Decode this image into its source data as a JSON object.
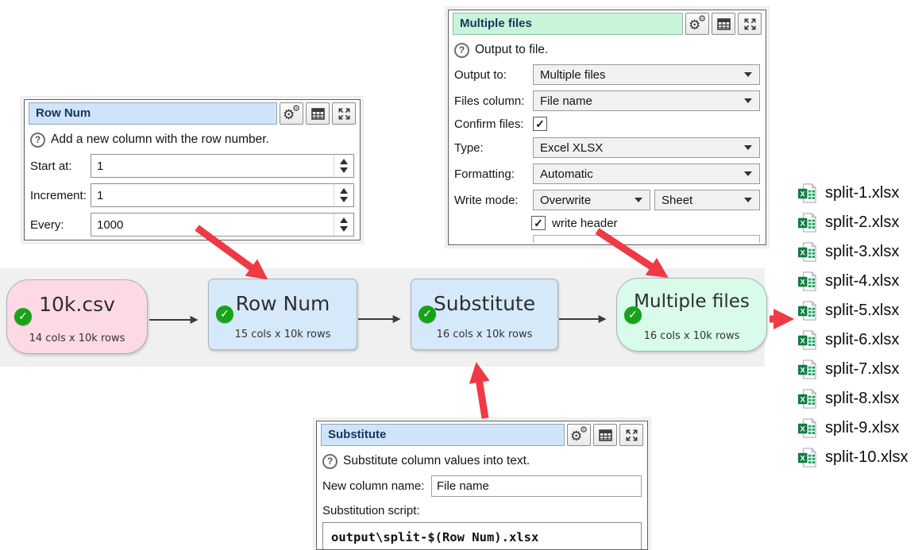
{
  "icons": {
    "check": "✓",
    "question": "?",
    "gear": "⚙"
  },
  "colors": {
    "accent_red": "#ee3a44",
    "connector_dark": "#3c3c3c",
    "node_pink": "#fcd9e4",
    "node_blue": "#d6e9fb",
    "node_green": "#d9fbe9",
    "title_bar_blue": "#cfe4f8",
    "title_bar_green": "#c8f5da",
    "status_green": "#17a317",
    "excel_green": "#107c41"
  },
  "panels": {
    "row_num": {
      "title": "Row Num",
      "help": "Add a new column with the row number.",
      "start_at": {
        "label": "Start at:",
        "value": "1"
      },
      "increment": {
        "label": "Increment:",
        "value": "1"
      },
      "every": {
        "label": "Every:",
        "value": "1000"
      }
    },
    "multiple_files": {
      "title": "Multiple files",
      "help": "Output to file.",
      "output_to": {
        "label": "Output to:",
        "value": "Multiple files"
      },
      "files_column": {
        "label": "Files column:",
        "value": "File name"
      },
      "confirm_files": {
        "label": "Confirm files:",
        "checked": true
      },
      "type": {
        "label": "Type:",
        "value": "Excel XLSX"
      },
      "formatting": {
        "label": "Formatting:",
        "value": "Automatic"
      },
      "write_mode": {
        "label": "Write mode:",
        "value": "Overwrite",
        "sheet_value": "Sheet"
      },
      "write_header": {
        "label": "write header",
        "checked": true
      }
    },
    "substitute": {
      "title": "Substitute",
      "help": "Substitute column values into text.",
      "new_column": {
        "label": "New column name:",
        "value": "File name"
      },
      "script": {
        "label": "Substitution script:",
        "value": "output\\split-$(Row Num).xlsx"
      }
    }
  },
  "nodes": [
    {
      "title": "10k.csv",
      "subtitle": "14 cols x 10k rows"
    },
    {
      "title": "Row Num",
      "subtitle": "15 cols x 10k rows"
    },
    {
      "title": "Substitute",
      "subtitle": "16 cols x 10k rows"
    },
    {
      "title": "Multiple files",
      "subtitle": "16 cols x 10k rows"
    }
  ],
  "files": [
    "split-1.xlsx",
    "split-2.xlsx",
    "split-3.xlsx",
    "split-4.xlsx",
    "split-5.xlsx",
    "split-6.xlsx",
    "split-7.xlsx",
    "split-8.xlsx",
    "split-9.xlsx",
    "split-10.xlsx"
  ]
}
